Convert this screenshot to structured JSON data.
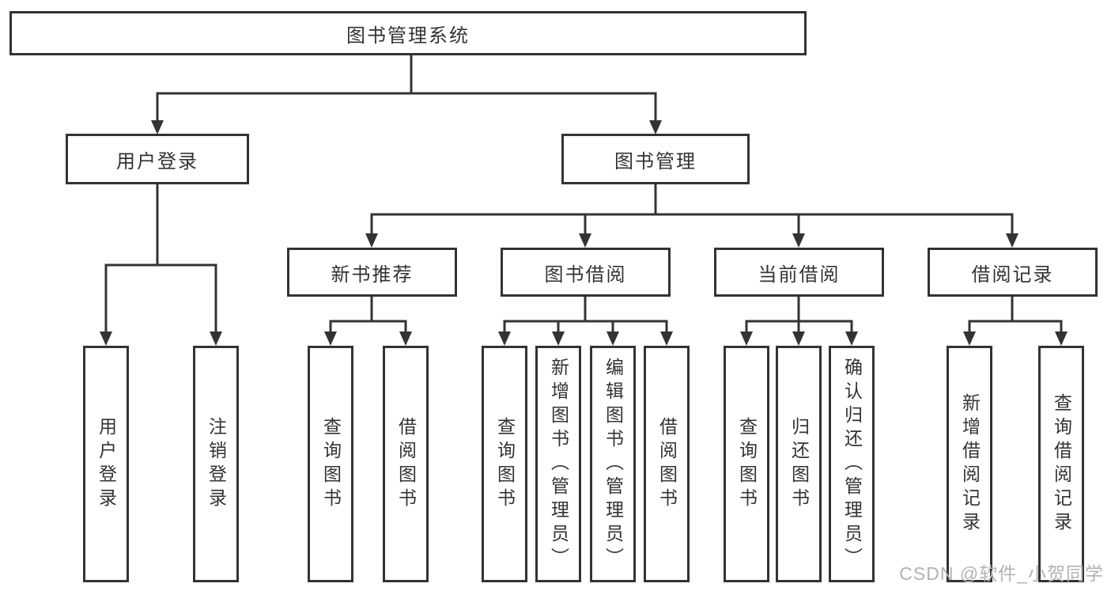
{
  "tree": {
    "root": {
      "label": "图书管理系统",
      "children": [
        {
          "label": "用户登录",
          "children": [
            {
              "label": "用户登录"
            },
            {
              "label": "注销登录"
            }
          ]
        },
        {
          "label": "图书管理",
          "children": [
            {
              "label": "新书推荐",
              "children": [
                {
                  "label": "查询图书"
                },
                {
                  "label": "借阅图书"
                }
              ]
            },
            {
              "label": "图书借阅",
              "children": [
                {
                  "label": "查询图书"
                },
                {
                  "label": "新增图书（管理员）"
                },
                {
                  "label": "编辑图书（管理员）"
                },
                {
                  "label": "借阅图书"
                }
              ]
            },
            {
              "label": "当前借阅",
              "children": [
                {
                  "label": "查询图书"
                },
                {
                  "label": "归还图书"
                },
                {
                  "label": "确认归还（管理员）"
                }
              ]
            },
            {
              "label": "借阅记录",
              "children": [
                {
                  "label": "新增借阅记录"
                },
                {
                  "label": "查询借阅记录"
                }
              ]
            }
          ]
        }
      ]
    }
  },
  "watermark": {
    "text": "CSDN @软件_小贺同学"
  },
  "colors": {
    "line": "#333333",
    "text": "#333333",
    "box_background": "#ffffff",
    "watermark": "#b3b3b3",
    "background": "#ffffff"
  }
}
